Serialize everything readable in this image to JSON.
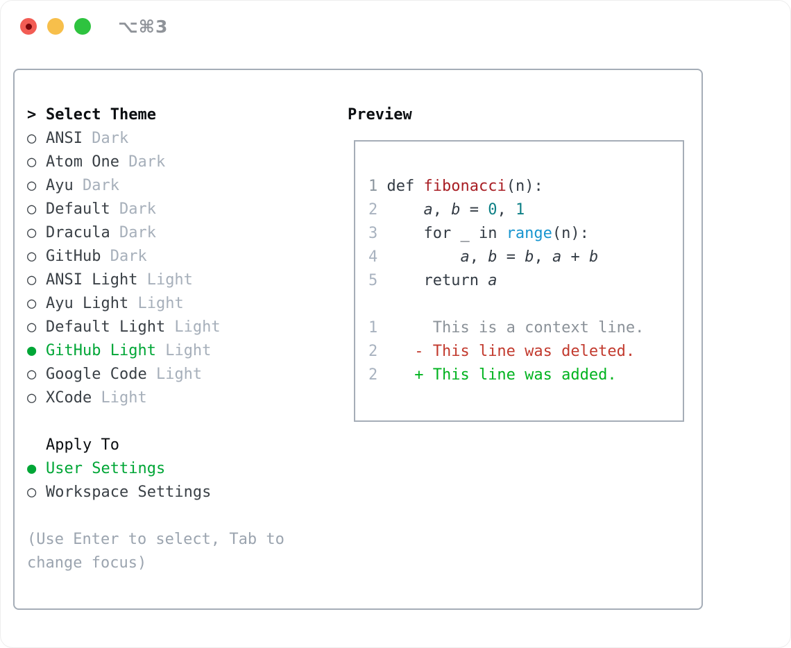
{
  "window": {
    "title": "⌥⌘3",
    "traffic_lights": [
      "close",
      "minimize",
      "zoom"
    ]
  },
  "colors": {
    "accent_green": "#00a636",
    "added_green": "#00b31f",
    "deleted_red": "#c23a2e",
    "function_red": "#a81e24",
    "number_teal": "#0c7f85",
    "builtin_blue": "#1895cf",
    "text_dark": "#3a4046",
    "tag_gray": "#a6afba",
    "hint_gray": "#9ba4af",
    "border_gray": "#a5adb7",
    "traffic_red": "#f25c54",
    "traffic_yellow": "#f7bf4b",
    "traffic_green": "#2ec33f"
  },
  "left": {
    "header_prefix": ">",
    "header": "Select Theme",
    "marker_selected": "●",
    "marker_unselected": "○",
    "themes": [
      {
        "name": "ANSI",
        "tag": "Dark",
        "selected": false
      },
      {
        "name": "Atom One",
        "tag": "Dark",
        "selected": false
      },
      {
        "name": "Ayu",
        "tag": "Dark",
        "selected": false
      },
      {
        "name": "Default",
        "tag": "Dark",
        "selected": false
      },
      {
        "name": "Dracula",
        "tag": "Dark",
        "selected": false
      },
      {
        "name": "GitHub",
        "tag": "Dark",
        "selected": false
      },
      {
        "name": "ANSI Light",
        "tag": "Light",
        "selected": false
      },
      {
        "name": "Ayu Light",
        "tag": "Light",
        "selected": false
      },
      {
        "name": "Default Light",
        "tag": "Light",
        "selected": false
      },
      {
        "name": "GitHub Light",
        "tag": "Light",
        "selected": true
      },
      {
        "name": "Google Code",
        "tag": "Light",
        "selected": false
      },
      {
        "name": "XCode",
        "tag": "Light",
        "selected": false
      }
    ],
    "apply_header": "Apply To",
    "apply_options": [
      {
        "name": "User Settings",
        "selected": true
      },
      {
        "name": "Workspace Settings",
        "selected": false
      }
    ],
    "hints": [
      "(Use Enter to select, Tab to",
      "change focus)"
    ]
  },
  "preview": {
    "header": "Preview",
    "lines": [
      {
        "num": "1",
        "num_style": "cur",
        "tokens": [
          [
            " def ",
            "p"
          ],
          [
            "fibonacci",
            "f"
          ],
          [
            "(n):",
            "p"
          ]
        ]
      },
      {
        "num": "2",
        "num_style": "",
        "tokens": [
          [
            "     ",
            "p"
          ],
          [
            "a",
            "v"
          ],
          [
            ", ",
            "p"
          ],
          [
            "b",
            "v"
          ],
          [
            " = ",
            "p"
          ],
          [
            "0",
            "n"
          ],
          [
            ", ",
            "p"
          ],
          [
            "1",
            "n"
          ]
        ]
      },
      {
        "num": "3",
        "num_style": "",
        "tokens": [
          [
            "     for _ in ",
            "p"
          ],
          [
            "range",
            "b"
          ],
          [
            "(n):",
            "p"
          ]
        ]
      },
      {
        "num": "4",
        "num_style": "",
        "tokens": [
          [
            "         ",
            "p"
          ],
          [
            "a",
            "v"
          ],
          [
            ", ",
            "p"
          ],
          [
            "b",
            "v"
          ],
          [
            " = ",
            "p"
          ],
          [
            "b",
            "v"
          ],
          [
            ", ",
            "p"
          ],
          [
            "a",
            "v"
          ],
          [
            " + ",
            "p"
          ],
          [
            "b",
            "v"
          ]
        ]
      },
      {
        "num": "5",
        "num_style": "",
        "tokens": [
          [
            "     return ",
            "p"
          ],
          [
            "a",
            "v"
          ]
        ]
      },
      {
        "num": "",
        "num_style": "",
        "tokens": []
      },
      {
        "num": "1",
        "num_style": "",
        "tokens": [
          [
            "      This is a context line.",
            "ctx"
          ]
        ]
      },
      {
        "num": "2",
        "num_style": "",
        "tokens": [
          [
            "    - This line was deleted.",
            "del"
          ]
        ]
      },
      {
        "num": "2",
        "num_style": "",
        "tokens": [
          [
            "    + This line was added.",
            "add"
          ]
        ]
      }
    ]
  }
}
